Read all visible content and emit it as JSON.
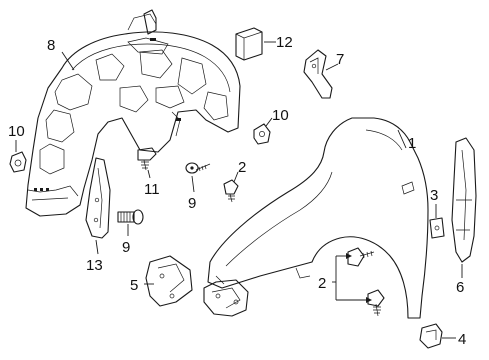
{
  "diagram": {
    "kind": "exploded parts diagram",
    "colors": {
      "line": "#1a1a1a",
      "background": "#ffffff"
    },
    "callouts": [
      {
        "id": "c1",
        "label": "1"
      },
      {
        "id": "c2a",
        "label": "2"
      },
      {
        "id": "c2b",
        "label": "2"
      },
      {
        "id": "c3",
        "label": "3"
      },
      {
        "id": "c4",
        "label": "4"
      },
      {
        "id": "c5",
        "label": "5"
      },
      {
        "id": "c6",
        "label": "6"
      },
      {
        "id": "c7",
        "label": "7"
      },
      {
        "id": "c8",
        "label": "8"
      },
      {
        "id": "c9a",
        "label": "9"
      },
      {
        "id": "c9b",
        "label": "9"
      },
      {
        "id": "c10a",
        "label": "10"
      },
      {
        "id": "c10b",
        "label": "10"
      },
      {
        "id": "c11",
        "label": "11"
      },
      {
        "id": "c12",
        "label": "12"
      },
      {
        "id": "c13",
        "label": "13"
      }
    ]
  }
}
